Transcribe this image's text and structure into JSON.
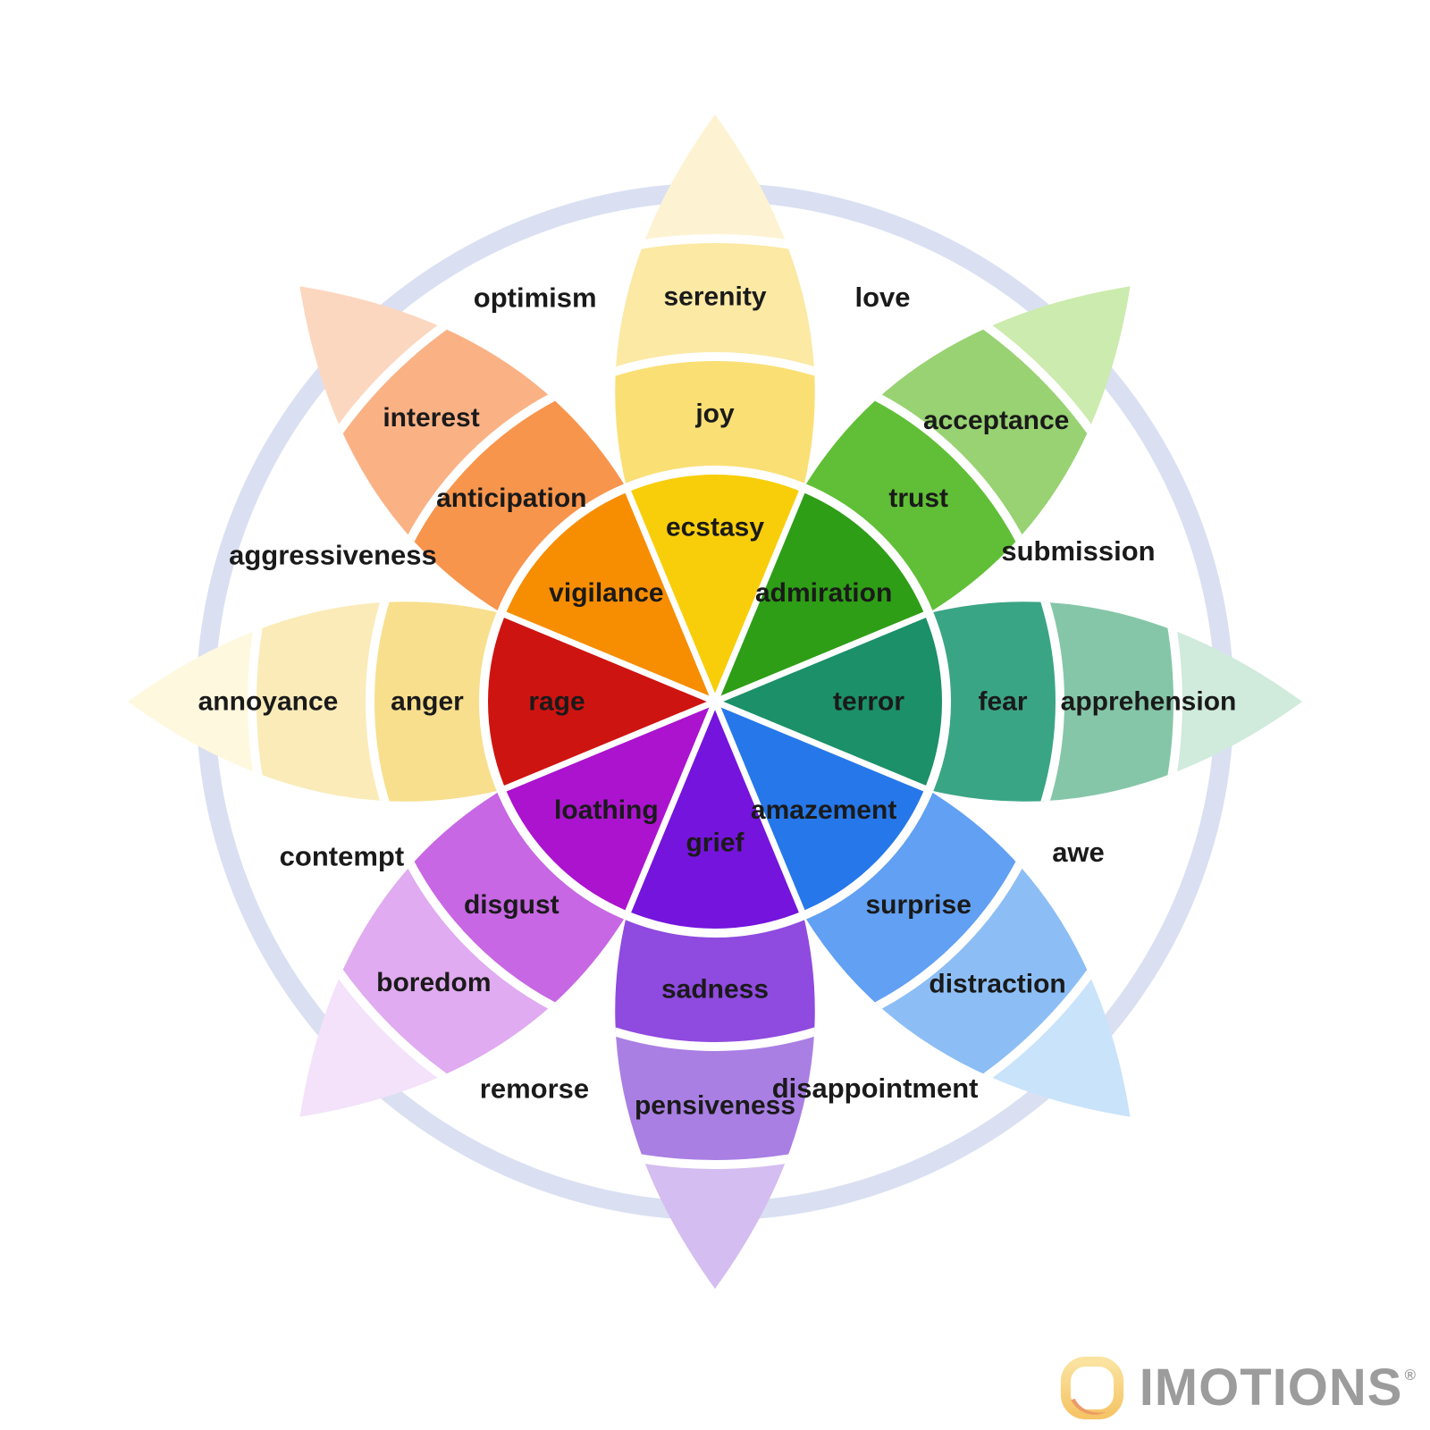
{
  "chart_data": {
    "type": "radial-wheel-diagram",
    "description": "Wheel of emotions: 8 petals, each with an inner wedge (most intense emotion), a middle band, an outer band and a pale unlabeled tip; dyad emotion labels sit between petals; a pale blue ring circles behind the petals.",
    "ring_color": "#DAE0F2",
    "text_color": "#1A1A1A",
    "background_color": "#FFFFFF",
    "petals": [
      {
        "angle_deg": 0,
        "labels": {
          "inner": "ecstasy",
          "middle": "joy",
          "outer": "serenity"
        },
        "colors": {
          "inner": "#F8CE0B",
          "middle": "#FADF75",
          "outer": "#FBE9A4",
          "tip": "#FDF3D3"
        }
      },
      {
        "angle_deg": 45,
        "labels": {
          "inner": "admiration",
          "middle": "trust",
          "outer": "acceptance"
        },
        "colors": {
          "inner": "#2E9E16",
          "middle": "#60BF36",
          "outer": "#98D272",
          "tip": "#CCEBAE"
        }
      },
      {
        "angle_deg": 90,
        "labels": {
          "inner": "terror",
          "middle": "fear",
          "outer": "apprehension"
        },
        "colors": {
          "inner": "#1B9069",
          "middle": "#3AA585",
          "outer": "#85C6A8",
          "tip": "#D0EADC"
        }
      },
      {
        "angle_deg": 135,
        "labels": {
          "inner": "amazement",
          "middle": "surprise",
          "outer": "distraction"
        },
        "colors": {
          "inner": "#2678EA",
          "middle": "#61A0F2",
          "outer": "#8CBEF5",
          "tip": "#C9E3FB"
        }
      },
      {
        "angle_deg": 180,
        "labels": {
          "inner": "grief",
          "middle": "sadness",
          "outer": "pensiveness"
        },
        "colors": {
          "inner": "#7514DC",
          "middle": "#8F4ADF",
          "outer": "#A97FE4",
          "tip": "#D4BDF0"
        }
      },
      {
        "angle_deg": 225,
        "labels": {
          "inner": "loathing",
          "middle": "disgust",
          "outer": "boredom"
        },
        "colors": {
          "inner": "#AB13CE",
          "middle": "#C767E3",
          "outer": "#E0ABF0",
          "tip": "#F3E2FA"
        }
      },
      {
        "angle_deg": 270,
        "labels": {
          "inner": "rage",
          "middle": "anger",
          "outer": "annoyance"
        },
        "colors": {
          "inner": "#CE1411",
          "middle": "#F8DF8D",
          "outer": "#FAEBB8",
          "tip": "#FEF8DE"
        }
      },
      {
        "angle_deg": 315,
        "labels": {
          "inner": "vigilance",
          "middle": "anticipation",
          "outer": "interest"
        },
        "colors": {
          "inner": "#F78D01",
          "middle": "#F8954C",
          "outer": "#FAB285",
          "tip": "#FCD7BF"
        }
      }
    ],
    "dyads": [
      {
        "label": "love",
        "angle_deg": 22.5,
        "radius": 490
      },
      {
        "label": "submission",
        "angle_deg": 67.5,
        "radius": 440
      },
      {
        "label": "awe",
        "angle_deg": 112.5,
        "radius": 440
      },
      {
        "label": "disappointment",
        "angle_deg": 157.5,
        "radius": 468
      },
      {
        "label": "remorse",
        "angle_deg": 205,
        "radius": 478
      },
      {
        "label": "contempt",
        "angle_deg": 247.5,
        "radius": 452
      },
      {
        "label": "aggressiveness",
        "angle_deg": 291,
        "radius": 458
      },
      {
        "label": "optimism",
        "angle_deg": 336,
        "radius": 495
      }
    ]
  },
  "logo": {
    "text": "IMOTIONS",
    "registered_mark": "®",
    "text_color": "#9C9C9C",
    "ring_color_top": "#FAE3A0",
    "ring_color_bottom": "#F5C567",
    "swoosh_color": "#EC9A66"
  }
}
